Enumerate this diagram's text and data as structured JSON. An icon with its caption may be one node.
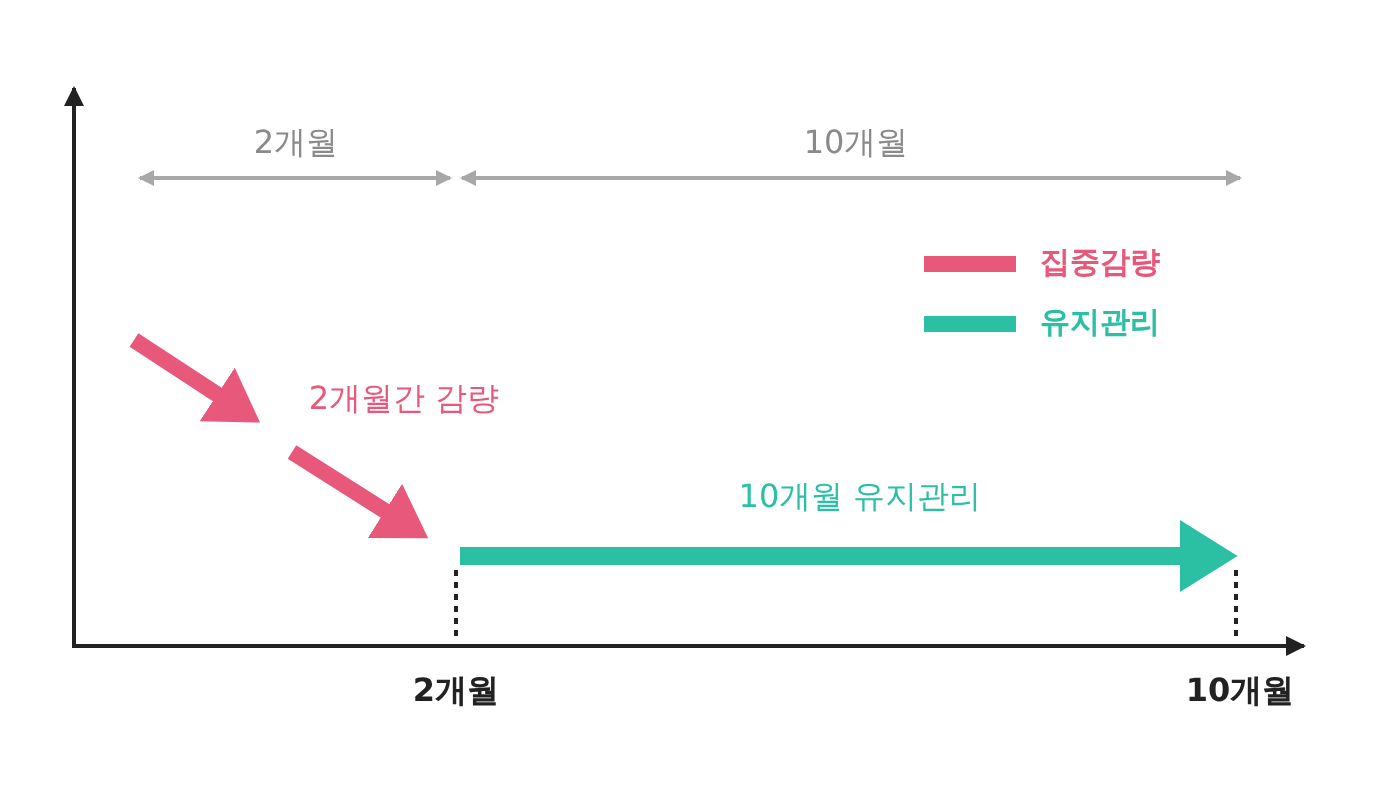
{
  "diagram": {
    "labels": [
      "2개월",
      "10개월",
      "2개월간 감량",
      "10개월 유지관리",
      "2개월",
      "10개월"
    ],
    "legend": [
      {
        "text": "집중감량",
        "color": "#e8587a"
      },
      {
        "text": "유지관리",
        "color": "#2bbfa4"
      }
    ]
  }
}
